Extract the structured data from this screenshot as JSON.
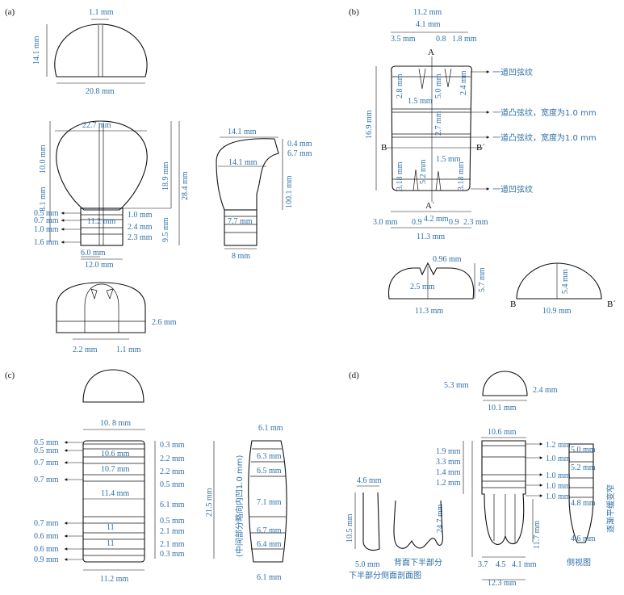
{
  "panels": {
    "a": {
      "label": "(a)",
      "top_view": {
        "slit": "1.1 mm",
        "height": "14.1 mm",
        "width": "20.8 mm"
      },
      "front_view": {
        "width": "22.7 mm",
        "upper_h": "10.0 mm",
        "lower_h": "8.1 mm",
        "total_h": "18.9 mm",
        "full_h": "28.4 mm",
        "base_h": "9.5 mm",
        "left_marks": [
          "0.5 mm",
          "0.7 mm",
          "1.0 mm",
          "1.6 mm"
        ],
        "right_marks": [
          "1.0 mm",
          "2.4 mm",
          "2.3 mm"
        ],
        "neck_w": "11.2 mm",
        "base_w1": "6.0 mm",
        "base_w2": "12.0 mm"
      },
      "side_view": {
        "top_w": "14.1 mm",
        "mid_w": "14.1 mm",
        "r1": "0.4 mm",
        "r2": "6.7 mm",
        "r3": "100.1 mm",
        "neck_w": "7.7 mm",
        "base_w": "8 mm"
      },
      "bottom_view": {
        "height": "2.6 mm",
        "gap1": "2.2 mm",
        "gap2": "1.1 mm"
      }
    },
    "b": {
      "label": "(b)",
      "top_dims": {
        "total": "11.2 mm",
        "d1": "4.1 mm",
        "d2": "3.5 mm",
        "d3": "0.8",
        "d4": "1.8 mm"
      },
      "section_a": "A",
      "section_a2": "A´",
      "section_b": "B",
      "section_b2": "B´",
      "vertical": {
        "total": "16.9 mm",
        "v1": "2.8 mm",
        "v2": "1.5 mm",
        "v3": "5.0 mm",
        "v4": "2.4 mm",
        "v5": "2.7 mm",
        "v6": "1.5 mm",
        "v7": "5.2 mm",
        "v8": "3.18 mm",
        "v9": "3.18 mm"
      },
      "notes": [
        "一道凹弦纹",
        "一道凸弦纹，宽度为1.0 mm",
        "一道凸弦纹，宽度为1.0 mm",
        "一道凹弦纹"
      ],
      "bottom_dims": {
        "a": "3.0 mm",
        "b": "0.9",
        "c": "4.2 mm",
        "d": "0.9",
        "e": "2.3 mm",
        "total": "11.3 mm"
      },
      "section_aa": {
        "top": "0.96 mm",
        "inner": "2.5 mm",
        "height": "5.7 mm",
        "width": "11.3 mm"
      },
      "section_bb": {
        "height": "5.4 mm",
        "width": "10.9 mm"
      }
    },
    "c": {
      "label": "(c)",
      "top_w": "10. 8 mm",
      "left_marks": [
        "0.5 mm",
        "0.5 mm",
        "0.7 mm",
        "0.7 mm",
        "0.7 mm",
        "0.6 mm",
        "0.6 mm",
        "0.9 mm"
      ],
      "inner_w": [
        "10.6 mm",
        "10.7 mm",
        "11.4 mm",
        "11",
        "11"
      ],
      "right_marks": [
        "0.3 mm",
        "2.2 mm",
        "2.2 mm",
        "0.5 mm",
        "6.1 mm",
        "0.5 mm",
        "2.1 mm",
        "2.1 mm",
        "0.3 mm"
      ],
      "bottom_w": "11.2 mm",
      "total_h": "21.5 mm",
      "note": "(中间部分略向内凹1.0 mm)",
      "side_w": [
        "6.1 mm",
        "6.3 mm",
        "6.5 mm",
        "7.1 mm",
        "6.7 mm",
        "6.4 mm",
        "6.1 mm"
      ]
    },
    "d": {
      "label": "(d)",
      "top": {
        "w": "5.3 mm",
        "h": "2.4 mm",
        "base": "10.1 mm"
      },
      "front": {
        "top_w": "10.6 mm",
        "left": [
          "1.9 mm",
          "3.3 mm",
          "1.4 mm",
          "1.2 mm"
        ],
        "total": "24.7 mm",
        "right": [
          "1.2 mm",
          "1.0 mm",
          "1.0 mm",
          "1.0 mm",
          "1.0 mm"
        ],
        "leg_h": "11.7 mm",
        "b1": "3.7",
        "b2": "4.5",
        "b3": "4.1 mm",
        "bottom": "12.3 mm"
      },
      "section": {
        "w": "4.6 mm",
        "h": "10.5 mm",
        "base": "5.0 mm",
        "caption": "下半部分侧面剖面图"
      },
      "back_caption": "背面下半部分",
      "side": {
        "m1": "5.0 mm",
        "m2": "5.2 mm",
        "m3": "4.8 mm",
        "m4": "4.6 mm",
        "note": "逐渐平缓变窄",
        "caption": "侧视图"
      }
    }
  }
}
